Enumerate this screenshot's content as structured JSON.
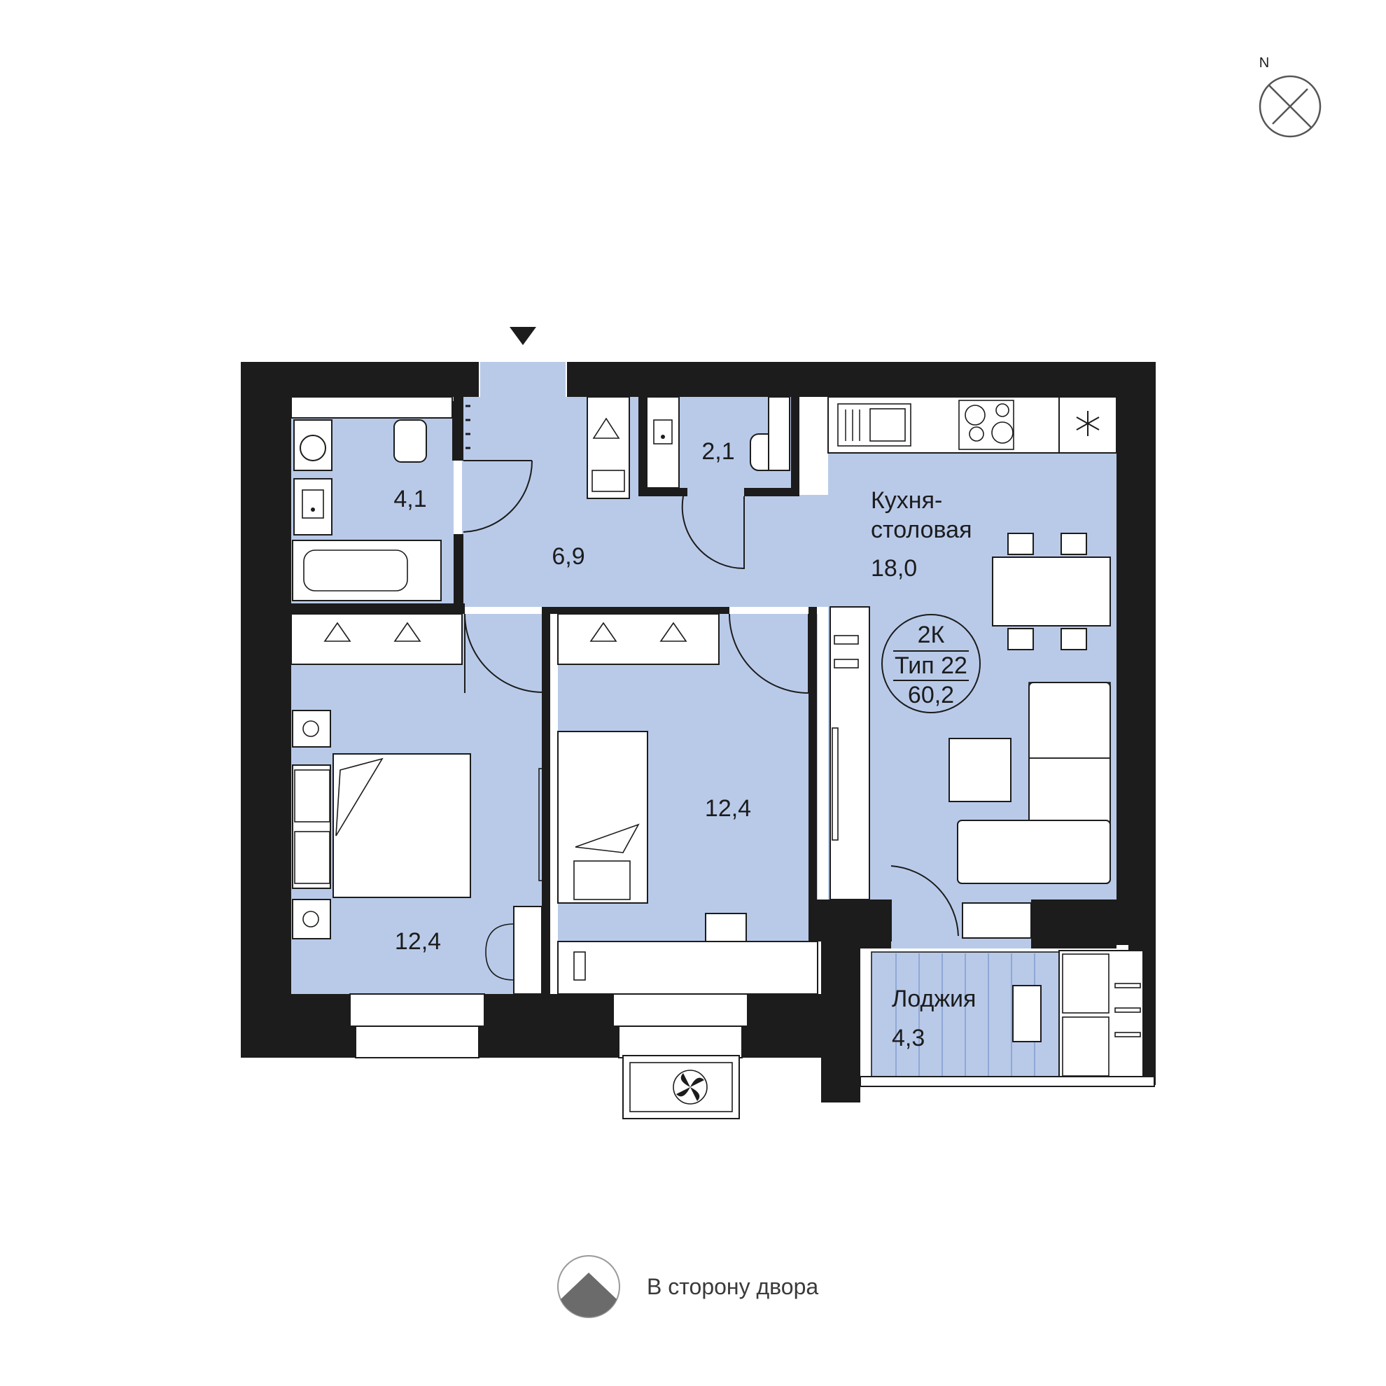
{
  "compass": {
    "label": "N"
  },
  "apartment": {
    "badge_line1": "2К",
    "badge_line2": "Тип 22",
    "badge_line3": "60,2"
  },
  "rooms": {
    "bath": {
      "area": "4,1"
    },
    "wc": {
      "area": "2,1"
    },
    "hall": {
      "area": "6,9"
    },
    "kitchen": {
      "name_line1": "Кухня-",
      "name_line2": "столовая",
      "area": "18,0"
    },
    "bedroom_left": {
      "area": "12,4"
    },
    "bedroom_mid": {
      "area": "12,4"
    },
    "loggia": {
      "name": "Лоджия",
      "area": "4,3"
    }
  },
  "orientation": {
    "caption": "В сторону двора"
  },
  "colors": {
    "floor": "#b9cae9",
    "wall": "#1c1c1c",
    "background": "#ffffff"
  },
  "icons": [
    "compass-icon",
    "entrance-arrow-icon",
    "orientation-icon",
    "fan-icon",
    "snowflake-icon"
  ]
}
